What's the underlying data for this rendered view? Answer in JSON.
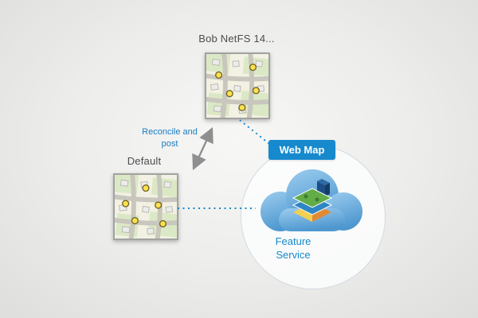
{
  "nodes": {
    "bob_version_map": {
      "label": "Bob NetFS 14...",
      "icon": "map-thumbnail"
    },
    "default_version_map": {
      "label": "Default",
      "icon": "map-thumbnail"
    },
    "web_map_badge": {
      "label": "Web Map"
    },
    "feature_service": {
      "label": "Feature Service",
      "icon": "layers-stack-icon"
    }
  },
  "edges": {
    "reconcile_post_arrow": {
      "label": "Reconcile and post",
      "style": "double-headed-arrow"
    },
    "bob_to_webmap": {
      "style": "dotted"
    },
    "default_to_cloud": {
      "style": "dotted"
    }
  },
  "colors": {
    "accent_blue": "#1789cd",
    "label_text": "#4d4d4d",
    "arrow_gray": "#8f8f8f",
    "cloud_blue_light": "#9ccdef",
    "cloud_blue_dark": "#4e97cf",
    "marker_yellow": "#ffe14d"
  }
}
